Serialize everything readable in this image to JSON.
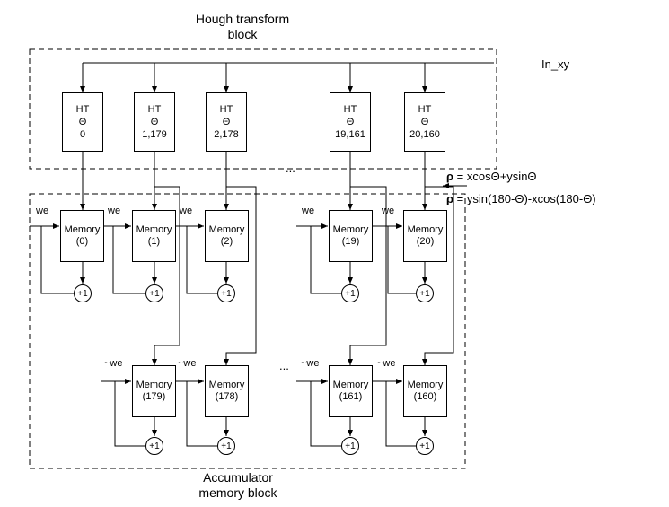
{
  "hough_block": {
    "title_line1": "Hough transform",
    "title_line2": "block"
  },
  "accumulator_block": {
    "title_line1": "Accumulator",
    "title_line2": "memory block"
  },
  "input_label": "In_xy",
  "equations": {
    "rho_symbol": "ρ",
    "eq1": "= xcosΘ+ysinΘ",
    "eq2": "= ysin(180-Θ)-xcos(180-Θ)"
  },
  "ellipsis": "...",
  "ht_units": [
    {
      "name": "HT",
      "theta": "Θ",
      "value": "0"
    },
    {
      "name": "HT",
      "theta": "Θ",
      "value": "1,179"
    },
    {
      "name": "HT",
      "theta": "Θ",
      "value": "2,178"
    },
    {
      "name": "HT",
      "theta": "Θ",
      "value": "19,161"
    },
    {
      "name": "HT",
      "theta": "Θ",
      "value": "20,160"
    }
  ],
  "top_memories": [
    {
      "name": "Memory",
      "index": "(0)",
      "enable": "we"
    },
    {
      "name": "Memory",
      "index": "(1)",
      "enable": "we"
    },
    {
      "name": "Memory",
      "index": "(2)",
      "enable": "we"
    },
    {
      "name": "Memory",
      "index": "(19)",
      "enable": "we"
    },
    {
      "name": "Memory",
      "index": "(20)",
      "enable": "we"
    }
  ],
  "bottom_memories": [
    {
      "name": "Memory",
      "index": "(179)",
      "enable": "~we"
    },
    {
      "name": "Memory",
      "index": "(178)",
      "enable": "~we"
    },
    {
      "name": "Memory",
      "index": "(161)",
      "enable": "~we"
    },
    {
      "name": "Memory",
      "index": "(160)",
      "enable": "~we"
    }
  ],
  "increment_label": "+1"
}
